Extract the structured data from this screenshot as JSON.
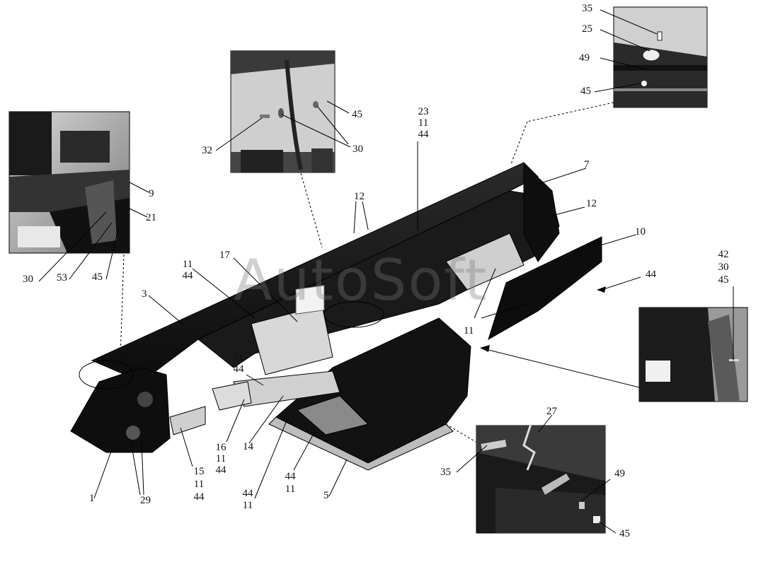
{
  "watermark": "AutoSoft",
  "labels": {
    "l1": "1",
    "l3": "3",
    "l5": "5",
    "l7": "7",
    "l9": "9",
    "l10": "10",
    "l12a": "12",
    "l12b": "12",
    "l14": "14",
    "l15": "15",
    "l16": "16",
    "l17": "17",
    "l21": "21",
    "l25": "25",
    "l27": "27",
    "l29": "29",
    "l30a": "30",
    "l30b": "30",
    "l30c": "30",
    "l32": "32",
    "l35a": "35",
    "l35b": "35",
    "l42": "42",
    "l44main": "44",
    "l45a": "45",
    "l45b": "45",
    "l45c": "45",
    "l45d": "45",
    "l45e": "45",
    "l49a": "49",
    "l49b": "49",
    "l53": "53",
    "l23": "23",
    "l11_23": "11",
    "l44_23": "44",
    "l11_left": "11",
    "l44_left": "44",
    "l11_mid": "11",
    "l44_mid": "44",
    "l11_right": "11",
    "l11_16": "11",
    "l44_16": "44",
    "l11_15": "11",
    "l44_15": "44",
    "l44_a": "44",
    "l11_a": "11",
    "l44_b": "44",
    "l11_b": "11"
  }
}
